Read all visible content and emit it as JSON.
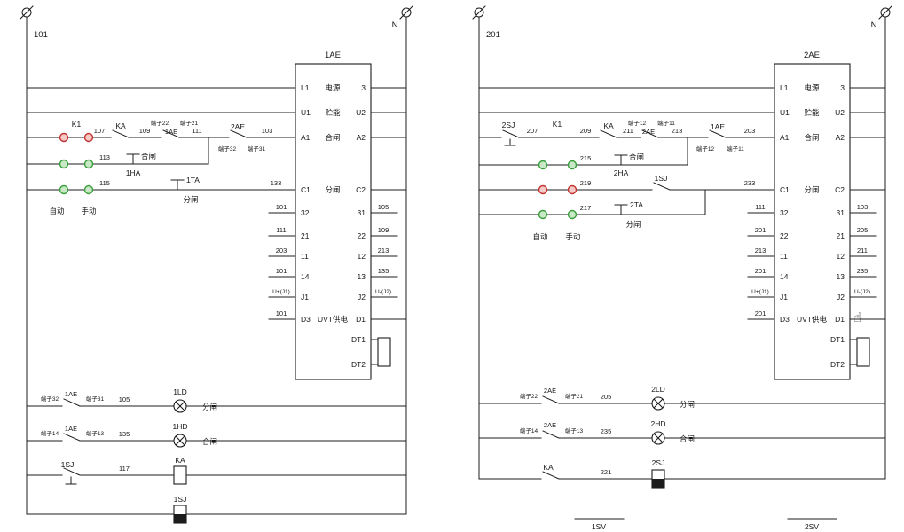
{
  "colors": {
    "line": "#1c1c1c",
    "terminal_red": "#c23230",
    "terminal_red_fill": "#f5c9c6",
    "terminal_green": "#3a9e3c",
    "terminal_green_fill": "#c8e8c6"
  },
  "left": {
    "phase": "101",
    "neutral": "N",
    "k1_label": "K1",
    "auto": "自动",
    "manual": "手动",
    "close_row": {
      "w107": "107",
      "ka": "KA",
      "w109": "109",
      "t22": "端子22",
      "t21": "端子21",
      "ae1": "1AE",
      "w111": "111",
      "ae2": "2AE",
      "t32": "端子32",
      "t31": "端子31",
      "w103": "103"
    },
    "ha_row": {
      "w113": "113",
      "func": "合闸",
      "name": "1HA"
    },
    "ta_row": {
      "w115": "115",
      "name": "1TA",
      "func": "分闸",
      "w133": "133"
    },
    "block": {
      "title": "1AE",
      "rows": [
        {
          "l": "L1",
          "c": "电源",
          "r": "L3"
        },
        {
          "l": "U1",
          "c": "贮能",
          "r": "U2"
        },
        {
          "l": "A1",
          "c": "合闸",
          "r": "A2"
        },
        {
          "l": "C1",
          "c": "分闸",
          "r": "C2"
        },
        {
          "l": "32",
          "r": "31"
        },
        {
          "l": "21",
          "r": "22"
        },
        {
          "l": "11",
          "r": "12"
        },
        {
          "l": "14",
          "r": "13"
        },
        {
          "l": "J1",
          "r": "J2"
        },
        {
          "l": "D3",
          "c": "UVT供电",
          "r": "D1"
        },
        {
          "r": "DT1"
        },
        {
          "r": "DT2"
        }
      ],
      "stubs_left": [
        "101",
        "111",
        "203",
        "101",
        "U+(J1)",
        "101"
      ],
      "stubs_right": [
        "105",
        "109",
        "213",
        "135",
        "U-(J2)"
      ]
    },
    "lamp_open": {
      "t_l": "端子32",
      "dev": "1AE",
      "t_r": "端子31",
      "w": "105",
      "name": "1LD",
      "func": "分闸"
    },
    "lamp_close": {
      "t_l": "端子14",
      "dev": "1AE",
      "t_r": "端子13",
      "w": "135",
      "name": "1HD",
      "func": "合闸"
    },
    "relay_row": {
      "contact": "1SJ",
      "w": "117",
      "coil": "KA"
    },
    "timer_row": {
      "coil": "1SJ"
    }
  },
  "right": {
    "phase": "201",
    "neutral": "N",
    "k1_label": "K1",
    "auto": "自动",
    "manual": "手动",
    "cursor_glyph": "☝",
    "close_row": {
      "sj": "2SJ",
      "w207": "207",
      "w209": "209",
      "ka": "KA",
      "w211": "211",
      "t12a": "端子12",
      "t11a": "端子11",
      "ae2": "2AE",
      "w213": "213",
      "ae1": "1AE",
      "t12b": "端子12",
      "t11b": "端子11",
      "w203": "203"
    },
    "ha_row": {
      "w215": "215",
      "func": "合闸",
      "name": "2HA"
    },
    "sj_row": {
      "w219": "219",
      "name": "1SJ"
    },
    "ta_row": {
      "w217": "217",
      "name": "2TA",
      "func": "分闸",
      "w233": "233"
    },
    "block": {
      "title": "2AE",
      "rows": [
        {
          "l": "L1",
          "c": "电源",
          "r": "L3"
        },
        {
          "l": "U1",
          "c": "贮能",
          "r": "U2"
        },
        {
          "l": "A1",
          "c": "合闸",
          "r": "A2"
        },
        {
          "l": "C1",
          "c": "分闸",
          "r": "C2"
        },
        {
          "l": "32",
          "r": "31"
        },
        {
          "l": "22",
          "r": "21"
        },
        {
          "l": "11",
          "r": "12"
        },
        {
          "l": "14",
          "r": "13"
        },
        {
          "l": "J1",
          "r": "J2"
        },
        {
          "l": "D3",
          "c": "UVT供电",
          "r": "D1"
        },
        {
          "r": "DT1"
        },
        {
          "r": "DT2"
        }
      ],
      "stubs_left": [
        "111",
        "201",
        "213",
        "201",
        "U+(J1)",
        "201"
      ],
      "stubs_right": [
        "103",
        "205",
        "211",
        "235",
        "U-(J2)"
      ]
    },
    "lamp_open": {
      "t_l": "端子22",
      "dev": "2AE",
      "t_r": "端子21",
      "w": "205",
      "name": "2LD",
      "func": "分闸"
    },
    "lamp_close": {
      "t_l": "端子14",
      "dev": "2AE",
      "t_r": "端子13",
      "w": "235",
      "name": "2HD",
      "func": "合闸"
    },
    "relay_row": {
      "contact": "KA",
      "w": "221",
      "coil": "2SJ"
    },
    "footer": {
      "sv1": "1SV",
      "sv2": "2SV"
    }
  }
}
